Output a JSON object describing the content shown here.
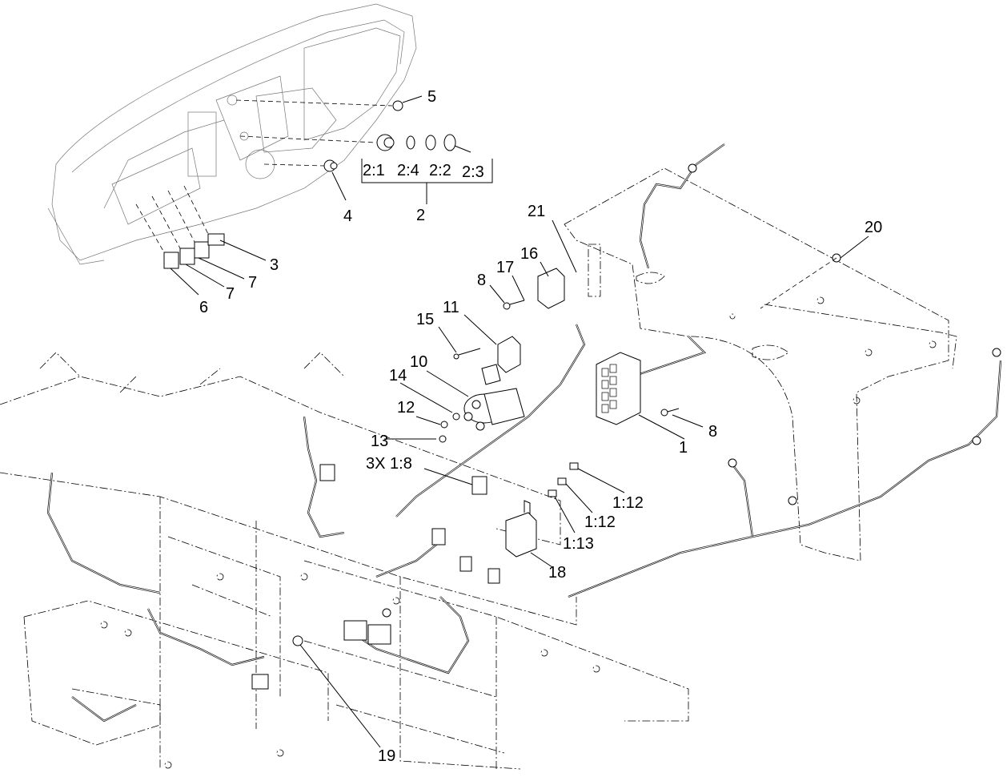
{
  "callouts": {
    "c1": "1",
    "c2": "2",
    "c2_1": "2:1",
    "c2_2": "2:2",
    "c2_3": "2:3",
    "c2_4": "2:4",
    "c3": "3",
    "c4": "4",
    "c5": "5",
    "c6": "6",
    "c7a": "7",
    "c7b": "7",
    "c8a": "8",
    "c8b": "8",
    "c10": "10",
    "c11": "11",
    "c12": "12",
    "c13": "13",
    "c14": "14",
    "c15": "15",
    "c16": "16",
    "c17": "17",
    "c18": "18",
    "c19": "19",
    "c20": "20",
    "c21": "21",
    "c3x1_8": "3X 1:8",
    "c1_12a": "1:12",
    "c1_12b": "1:12",
    "c1_13": "1:13"
  }
}
